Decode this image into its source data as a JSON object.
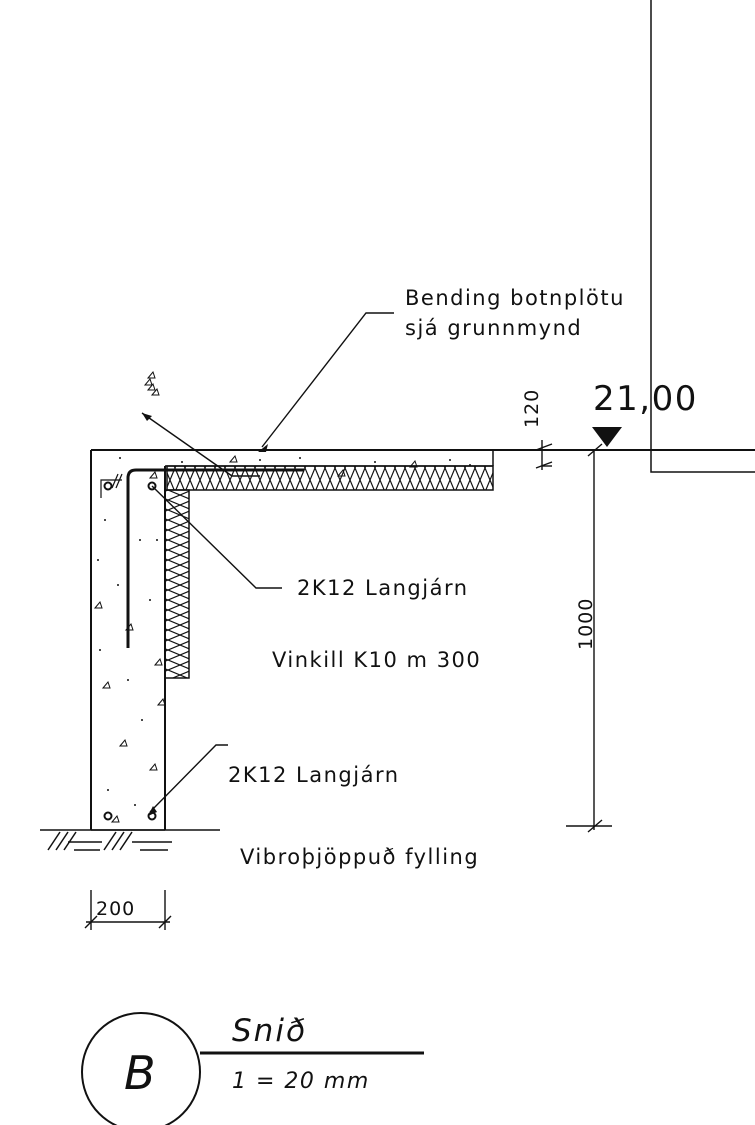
{
  "labels": {
    "slab_bending_line1": "Bending botnplötu",
    "slab_bending_line2": "sjá grunnmynd",
    "rebar_top": "2K12 Langjárn",
    "angle_bar": "Vinkill K10 m 300",
    "rebar_bottom": "2K12 Langjárn",
    "fill": "Vibroþjöppuð fylling"
  },
  "dimensions": {
    "slab_thickness": "120",
    "wall_height": "1000",
    "wall_width": "200"
  },
  "elevation": {
    "value": "21,00"
  },
  "section": {
    "marker": "B",
    "title": "Snið",
    "scale": "1 = 20 mm"
  }
}
